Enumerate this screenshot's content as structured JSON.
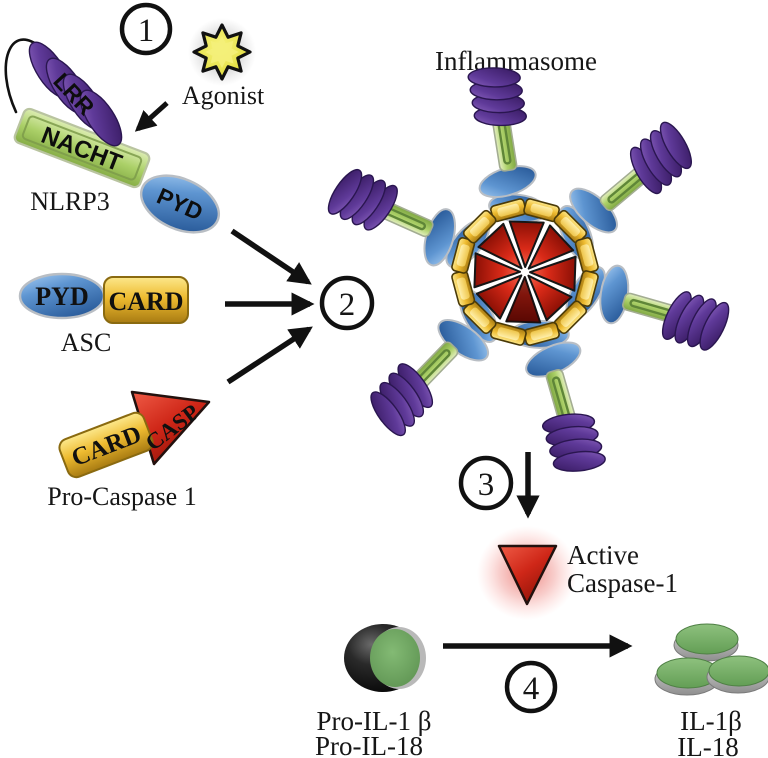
{
  "figure": {
    "title": "Inflammasome"
  },
  "steps": [
    {
      "n": "1"
    },
    {
      "n": "2"
    },
    {
      "n": "3"
    },
    {
      "n": "4"
    }
  ],
  "agonist": {
    "label": "Agonist"
  },
  "nlrp3": {
    "name": "NLRP3",
    "lrr": "LRR",
    "nacht": "NACHT",
    "pyd": "PYD"
  },
  "asc": {
    "name": "ASC",
    "pyd": "PYD",
    "card": "CARD"
  },
  "pro_caspase1": {
    "name": "Pro-Caspase 1",
    "card": "CARD",
    "casp": "CASP"
  },
  "active_caspase1": {
    "line1": "Active",
    "line2": "Caspase-1"
  },
  "pro_interleukins": {
    "line1": "Pro-IL-1 β",
    "line2": "Pro-IL-18"
  },
  "interleukins": {
    "line1": "IL-1β",
    "line2": "IL-18"
  },
  "colors": {
    "lrr_purple": "#5f3a99",
    "nacht_green": "#abd067",
    "pyd_blue": "#5e95d1",
    "card_yellow": "#eebb30",
    "casp_red": "#d92a18",
    "agonist_yellow": "#e9e44a",
    "il_green": "#6fa85e",
    "ink": "#111111",
    "background": "#ffffff"
  }
}
